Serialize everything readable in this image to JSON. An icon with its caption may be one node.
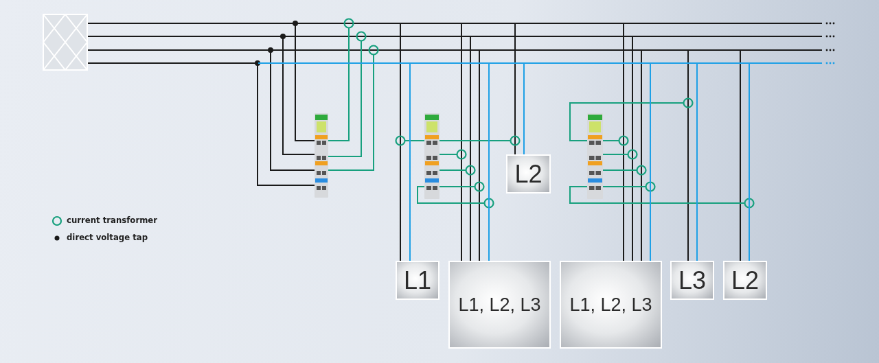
{
  "diagram": {
    "nodes": [
      {
        "text": [],
        "shape": "box"
      },
      {
        "text": [],
        "shape": "picture"
      },
      {
        "text": [],
        "shape": "picture"
      },
      {
        "text": [],
        "shape": "picture"
      },
      {
        "text": [
          "L2"
        ]
      },
      {
        "text": [
          "L1"
        ]
      },
      {
        "text": [
          "L1, L2, L3"
        ]
      },
      {
        "text": [
          "L1, L2, L3"
        ]
      },
      {
        "text": [
          "L3"
        ]
      },
      {
        "text": [
          "L2"
        ]
      }
    ],
    "edges": [
      {
        "from": 0,
        "to": 4,
        "arrow": "none",
        "color": "#1ea0e6"
      },
      {
        "from": 0,
        "to": 5,
        "arrow": "none",
        "color": "#1ea0e6"
      },
      {
        "from": 0,
        "to": 6,
        "arrow": "none",
        "color": "#1ea0e6"
      },
      {
        "from": 0,
        "to": 7,
        "arrow": "none",
        "color": "#1ea0e6"
      },
      {
        "from": 0,
        "to": 8,
        "arrow": "none",
        "color": "#1ea0e6"
      },
      {
        "from": 0,
        "to": 9,
        "arrow": "none",
        "color": "#1ea0e6"
      },
      {
        "from": 1,
        "to": 0,
        "arrow": "none",
        "color": "#1a1a1a"
      }
    ],
    "legend": [
      {
        "text": "current transformer"
      },
      {
        "text": "direct voltage tap"
      }
    ]
  }
}
